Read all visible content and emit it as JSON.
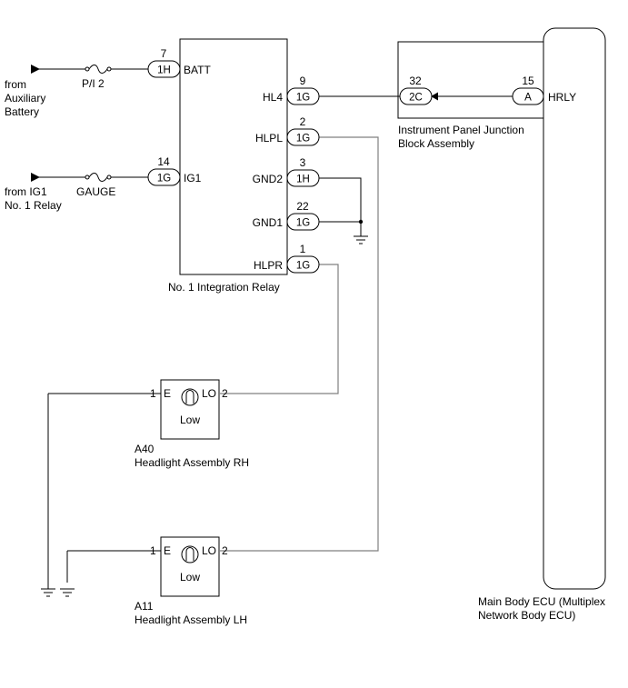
{
  "sources": {
    "aux_from": "from",
    "aux_line2": "Auxiliary",
    "aux_line3": "Battery",
    "ig1_line1": "from IG1",
    "ig1_line2": "No. 1 Relay"
  },
  "fuses": {
    "pi2": "P/I 2",
    "gauge": "GAUGE"
  },
  "relay": {
    "title": "No. 1 Integration Relay",
    "batt_pin": "7",
    "batt_conn": "1H",
    "batt_label": "BATT",
    "ig1_pin": "14",
    "ig1_conn": "1G",
    "ig1_label": "IG1",
    "hl4_pin": "9",
    "hl4_conn": "1G",
    "hl4_label": "HL4",
    "hlpl_pin": "2",
    "hlpl_conn": "1G",
    "hlpl_label": "HLPL",
    "gnd2_pin": "3",
    "gnd2_conn": "1H",
    "gnd2_label": "GND2",
    "gnd1_pin": "22",
    "gnd1_conn": "1G",
    "gnd1_label": "GND1",
    "hlpr_pin": "1",
    "hlpr_conn": "1G",
    "hlpr_label": "HLPR"
  },
  "junction_block": {
    "pin": "32",
    "conn": "2C",
    "line1": "Instrument Panel Junction",
    "line2": "Block Assembly"
  },
  "ecu": {
    "pin": "15",
    "conn": "A",
    "label": "HRLY",
    "line1": "Main Body ECU (Multiplex",
    "line2": "Network Body ECU)"
  },
  "headlight_rh": {
    "id": "A40",
    "name": "Headlight Assembly RH",
    "pin_e": "1",
    "label_e": "E",
    "label_lo": "LO",
    "pin_lo": "2",
    "inner": "Low"
  },
  "headlight_lh": {
    "id": "A11",
    "name": "Headlight Assembly LH",
    "pin_e": "1",
    "label_e": "E",
    "label_lo": "LO",
    "pin_lo": "2",
    "inner": "Low"
  }
}
